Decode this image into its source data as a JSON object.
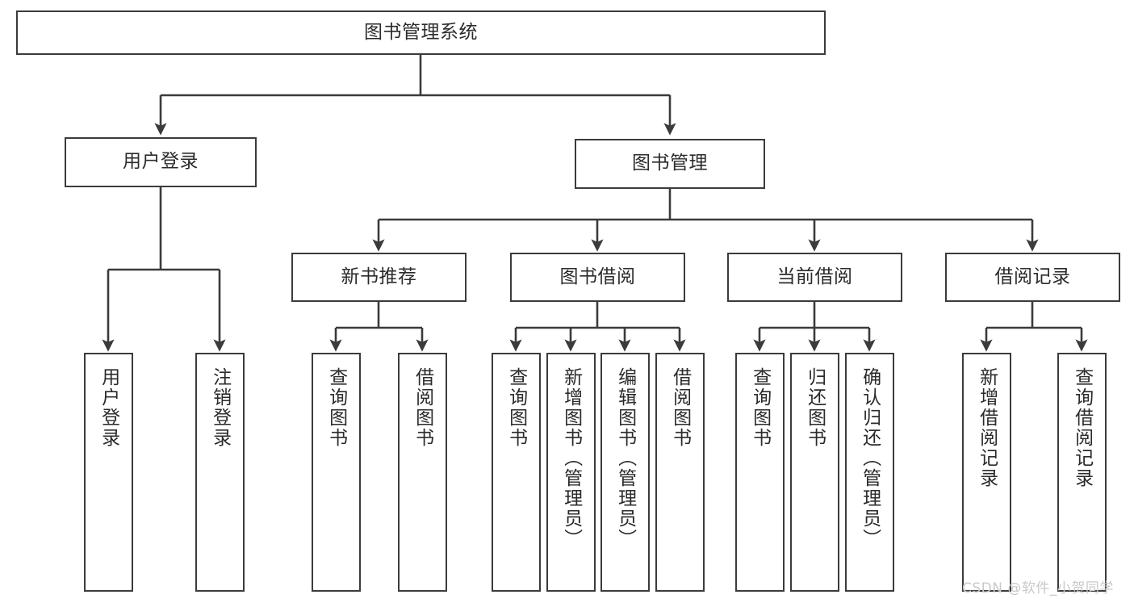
{
  "diagram": {
    "title": "图书管理系统",
    "type": "tree-hierarchy-chart",
    "line_color": "#3b3b3b",
    "box_fill": "#ffffff",
    "text_color": "#2b2b2b"
  },
  "root": {
    "label": "图书管理系统"
  },
  "branches": [
    {
      "label": "用户登录",
      "children": [
        {
          "label": "用户登录"
        },
        {
          "label": "注销登录"
        }
      ]
    },
    {
      "label": "图书管理",
      "groups": [
        {
          "label": "新书推荐",
          "children": [
            {
              "label": "查询图书"
            },
            {
              "label": "借阅图书"
            }
          ]
        },
        {
          "label": "图书借阅",
          "children": [
            {
              "label": "查询图书"
            },
            {
              "label": "新增图书（管理员）"
            },
            {
              "label": "编辑图书（管理员）"
            },
            {
              "label": "借阅图书"
            }
          ]
        },
        {
          "label": "当前借阅",
          "children": [
            {
              "label": "查询图书"
            },
            {
              "label": "归还图书"
            },
            {
              "label": "确认归还（管理员）"
            }
          ]
        },
        {
          "label": "借阅记录",
          "children": [
            {
              "label": "新增借阅记录"
            },
            {
              "label": "查询借阅记录"
            }
          ]
        }
      ]
    }
  ],
  "watermark": {
    "text": "CSDN @软件_小贺同学"
  }
}
